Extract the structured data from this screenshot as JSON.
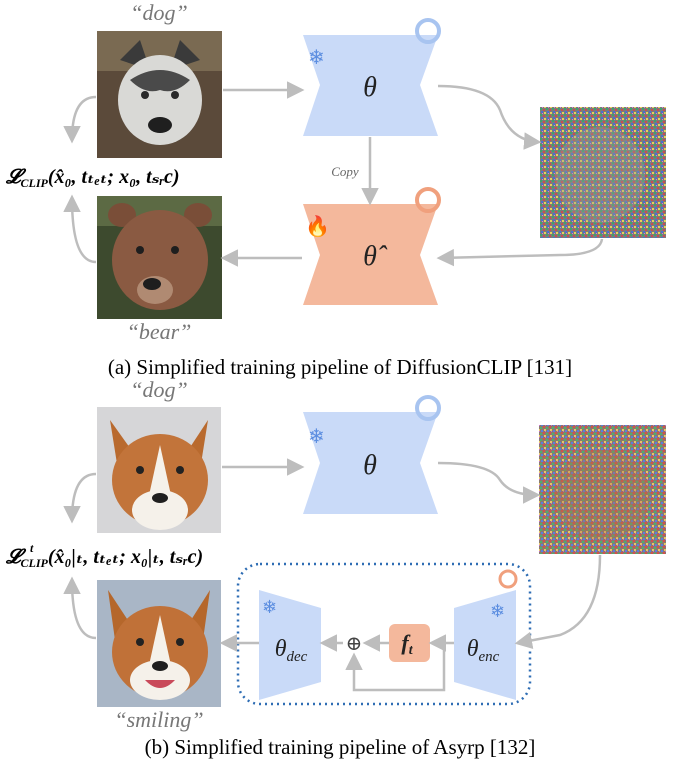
{
  "panel_a": {
    "source_label": "“dog”",
    "target_label": "“bear”",
    "loss_label": "𝓛",
    "loss_sub": "CLIP",
    "loss_args": "(x̂₀, tₜₑₜ; x₀, tₛᵣc)",
    "frozen_model": "θ",
    "trained_model": "θ̂",
    "copy_label": "Copy",
    "caption": "(a) Simplified training pipeline of DiffusionCLIP [131]",
    "source_image": "husky dog photo",
    "target_image": "bear-like dog photo",
    "noisy_image": "noisy husky image"
  },
  "panel_b": {
    "source_label": "“dog”",
    "target_label": "“smiling”",
    "loss_label": "𝓛",
    "loss_sup": "t",
    "loss_sub": "CLIP",
    "loss_args": "(x̂₀|ₜ, tₜₑₜ; x₀|ₜ, tₛᵣc)",
    "frozen_model": "θ",
    "decoder": "θ",
    "decoder_sub": "dec",
    "encoder": "θ",
    "encoder_sub": "enc",
    "ft": "f",
    "ft_sub": "t",
    "plus": "⊕",
    "caption": "(b) Simplified training pipeline of Asyrp [132]",
    "source_image": "corgi photo",
    "target_image": "smiling corgi photo",
    "noisy_image": "noisy corgi image"
  },
  "colors": {
    "frozen": "#c9daf8",
    "trained": "#f4b89c",
    "arrow": "#bdbdbd",
    "ring_frozen": "#a8c4f0",
    "ring_trained": "#f0a07d",
    "dotted": "#2e6db4"
  }
}
